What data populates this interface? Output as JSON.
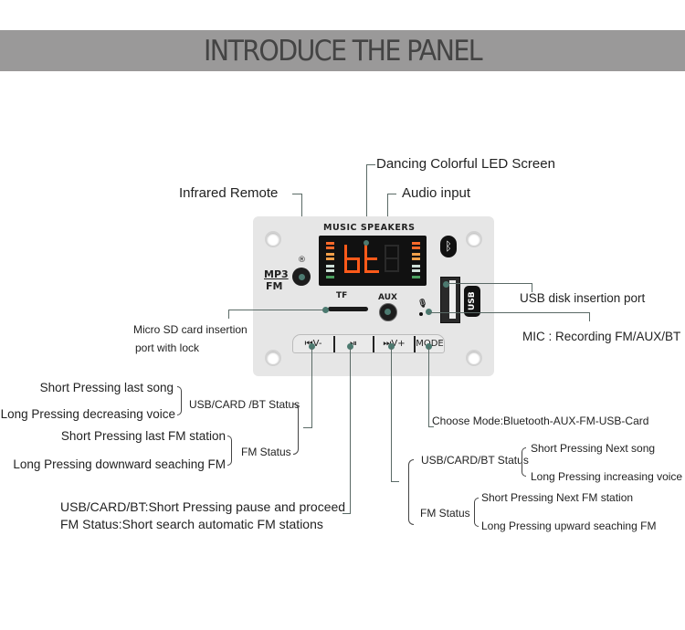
{
  "header": {
    "title": "INTRODUCE THE PANEL"
  },
  "panel": {
    "top_label": "MUSIC SPEAKERS",
    "mp3_label": "MP3",
    "fm_label": "FM",
    "ir_mark": "®",
    "tf_label": "TF",
    "aux_label": "AUX",
    "usb_label": "USB",
    "display_text": "bt",
    "bluetooth_icon": "bluetooth-icon",
    "buttons": [
      {
        "icon": "⏮",
        "label": "V-"
      },
      {
        "icon": "⏯",
        "label": ""
      },
      {
        "icon": "⏭",
        "label": "V+"
      },
      {
        "icon": "",
        "label": "MODE"
      }
    ]
  },
  "callouts": {
    "led_screen": "Dancing Colorful LED Screen",
    "infrared": "Infrared Remote",
    "audio_input": "Audio input",
    "micro_sd_line1": "Micro SD card insertion",
    "micro_sd_line2": "port with lock",
    "usb_port": "USB disk insertion port",
    "mic": "MIC : Recording FM/AUX/BT",
    "mode": "Choose Mode:Bluetooth-AUX-FM-USB-Card",
    "prev": {
      "usb_status": "USB/CARD /BT Status",
      "usb_short": "Short Pressing last song",
      "usb_long": "Long Pressing decreasing voice",
      "fm_status": "FM Status",
      "fm_short": "Short Pressing last FM station",
      "fm_long": "Long Pressing downward seaching FM"
    },
    "play": {
      "line1": "USB/CARD/BT:Short Pressing pause and proceed",
      "line2": "FM Status:Short search automatic FM stations"
    },
    "next": {
      "usb_status": "USB/CARD/BT Status",
      "usb_short": "Short Pressing Next song",
      "usb_long": "Long  Pressing increasing voice",
      "fm_status": "FM Status",
      "fm_short": "Short Pressing Next FM station",
      "fm_long": "Long Pressing upward seaching FM"
    }
  },
  "colors": {
    "banner": "#9a9999",
    "banner_text": "#444444",
    "leader_line": "#5a6a66",
    "led_orange": "#ff5a1a",
    "panel": "#e6e6e6"
  }
}
